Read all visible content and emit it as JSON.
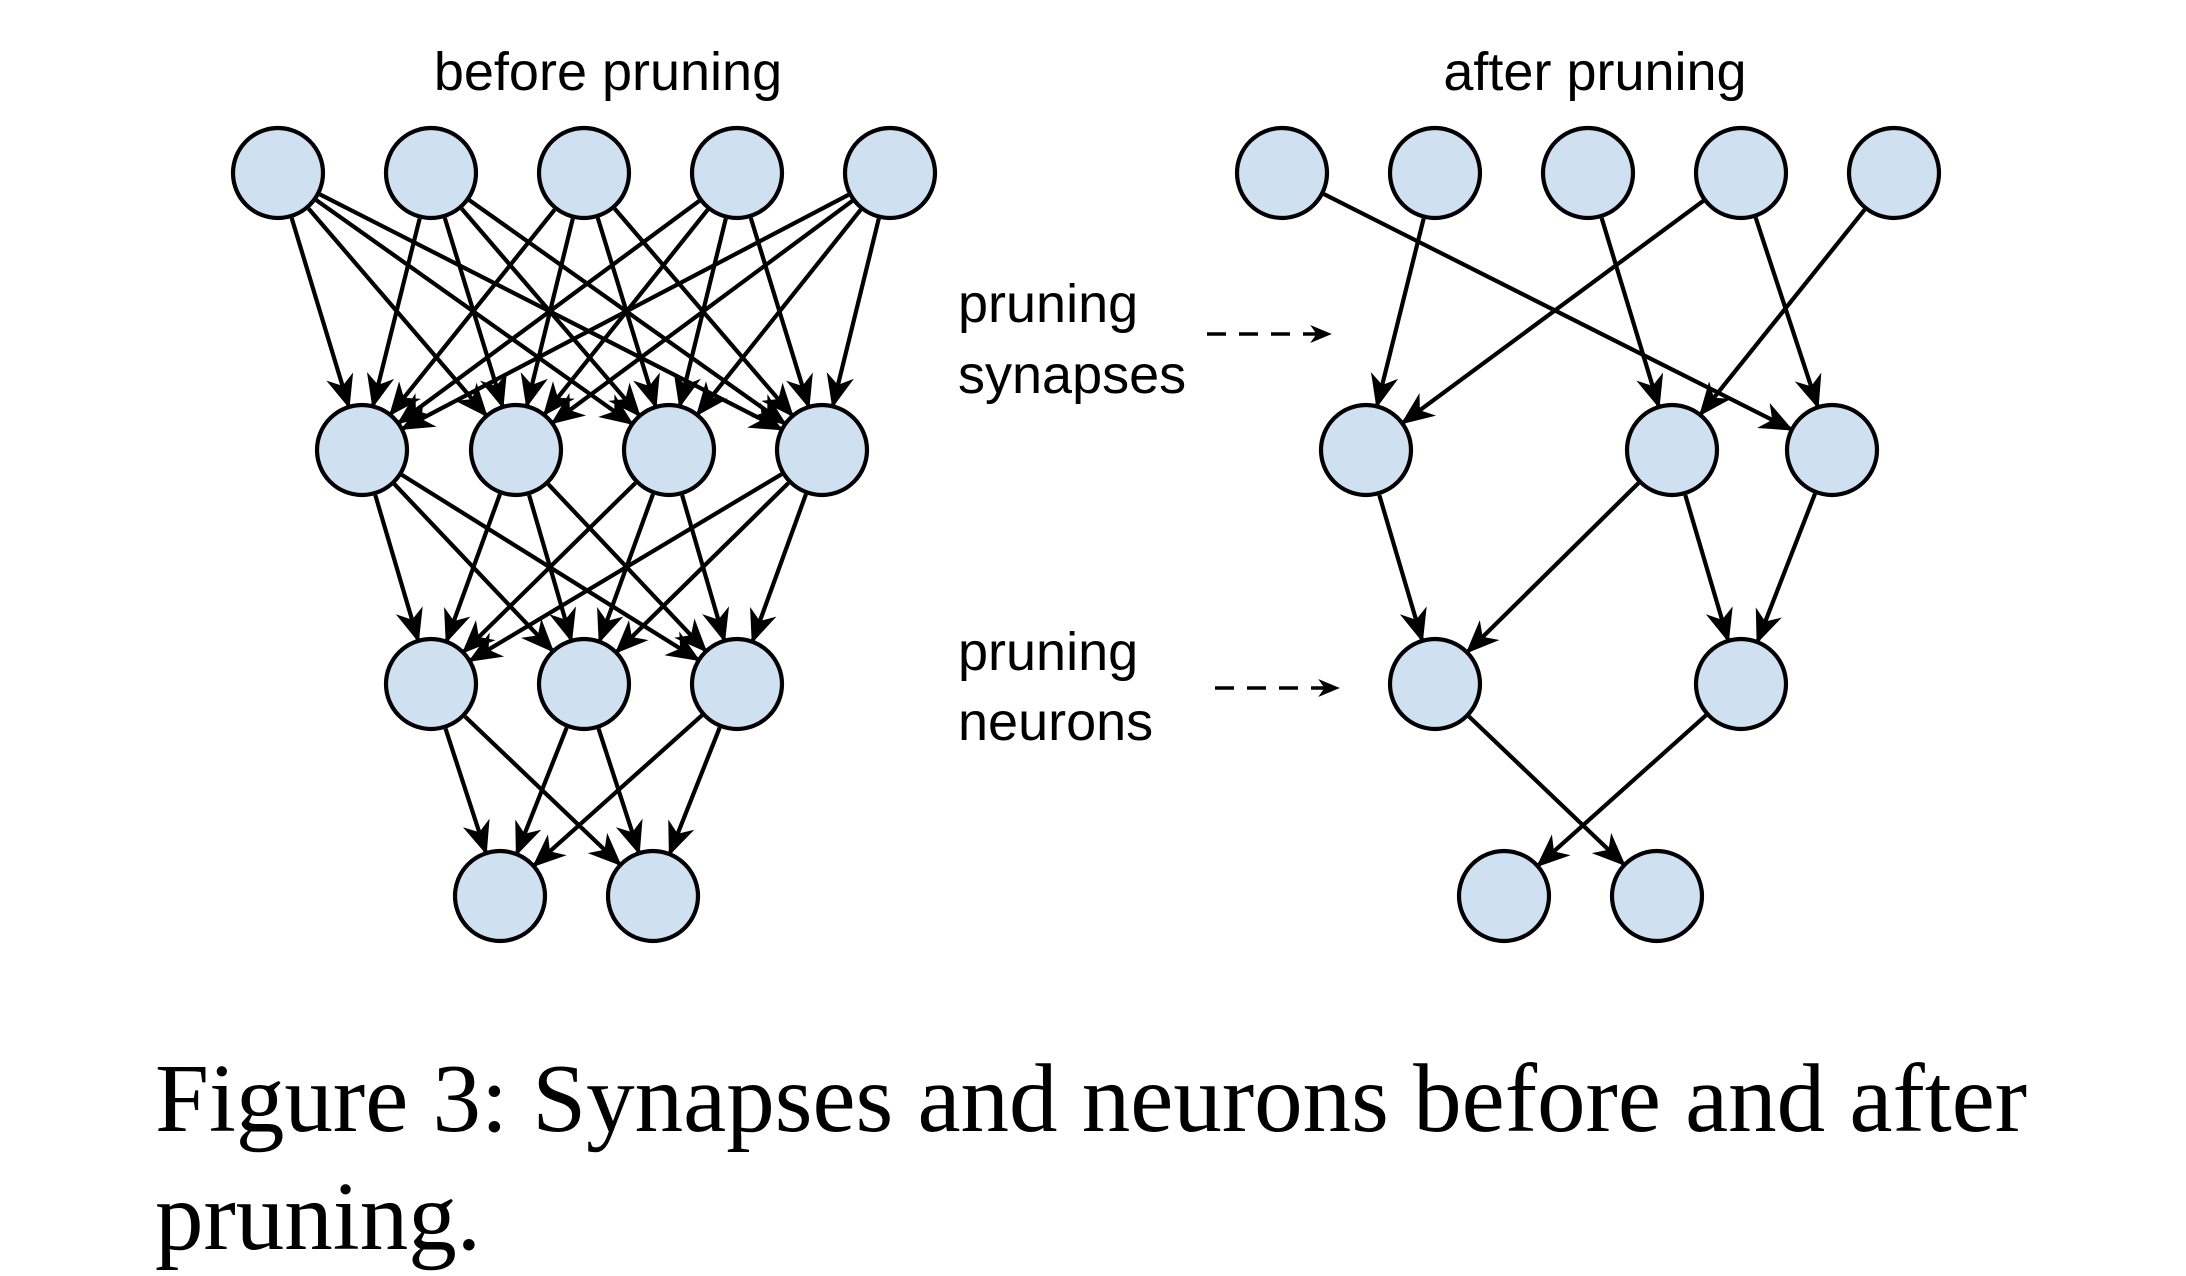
{
  "panels": {
    "before": {
      "title": "before pruning",
      "layers": [
        5,
        4,
        3,
        2
      ],
      "edges": [
        [
          [
            0,
            0
          ],
          [
            0,
            1
          ],
          [
            0,
            2
          ],
          [
            0,
            3
          ],
          [
            1,
            0
          ],
          [
            1,
            1
          ],
          [
            1,
            2
          ],
          [
            1,
            3
          ],
          [
            2,
            0
          ],
          [
            2,
            1
          ],
          [
            2,
            2
          ],
          [
            2,
            3
          ],
          [
            3,
            0
          ],
          [
            3,
            1
          ],
          [
            3,
            2
          ],
          [
            3,
            3
          ],
          [
            4,
            0
          ],
          [
            4,
            1
          ],
          [
            4,
            2
          ],
          [
            4,
            3
          ]
        ],
        [
          [
            0,
            0
          ],
          [
            0,
            1
          ],
          [
            0,
            2
          ],
          [
            1,
            0
          ],
          [
            1,
            1
          ],
          [
            1,
            2
          ],
          [
            2,
            0
          ],
          [
            2,
            1
          ],
          [
            2,
            2
          ],
          [
            3,
            0
          ],
          [
            3,
            1
          ],
          [
            3,
            2
          ]
        ],
        [
          [
            0,
            0
          ],
          [
            0,
            1
          ],
          [
            1,
            0
          ],
          [
            1,
            1
          ],
          [
            2,
            0
          ],
          [
            2,
            1
          ]
        ]
      ]
    },
    "after": {
      "title": "after pruning",
      "layers": [
        5,
        3,
        2,
        2
      ],
      "edges": [
        [
          [
            0,
            2
          ],
          [
            1,
            0
          ],
          [
            2,
            1
          ],
          [
            3,
            0
          ],
          [
            3,
            2
          ],
          [
            4,
            1
          ]
        ],
        [
          [
            0,
            0
          ],
          [
            1,
            0
          ],
          [
            1,
            1
          ],
          [
            2,
            1
          ]
        ],
        [
          [
            0,
            1
          ],
          [
            1,
            0
          ]
        ]
      ]
    }
  },
  "labels": {
    "synapses": [
      "pruning",
      "synapses"
    ],
    "neurons": [
      "pruning",
      "neurons"
    ]
  },
  "caption": "Figure 3: Synapses and neurons before and after pruning.",
  "colors": {
    "node_fill": "#cfe0f1",
    "stroke": "#000000"
  }
}
